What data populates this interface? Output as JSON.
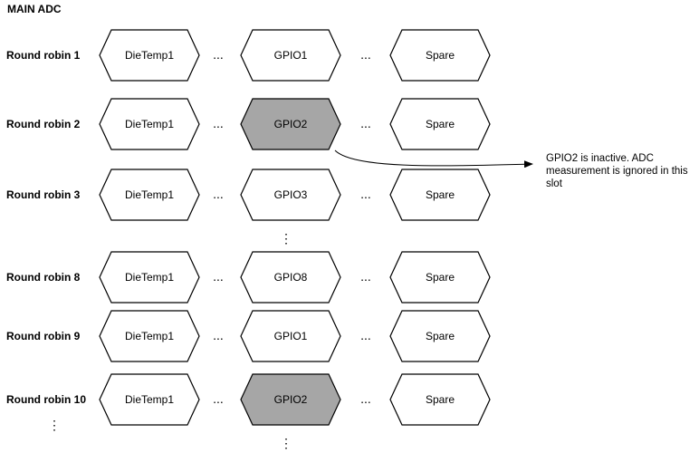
{
  "title": "MAIN ADC",
  "colors": {
    "active_fill": "#ffffff",
    "inactive_fill": "#a6a6a6",
    "stroke": "#000000"
  },
  "rows": [
    {
      "label": "Round robin 1",
      "cells": [
        {
          "text": "DieTemp1"
        },
        {
          "text": "GPIO1",
          "inactive": false
        },
        {
          "text": "Spare"
        }
      ]
    },
    {
      "label": "Round robin 2",
      "cells": [
        {
          "text": "DieTemp1"
        },
        {
          "text": "GPIO2",
          "inactive": true
        },
        {
          "text": "Spare"
        }
      ]
    },
    {
      "label": "Round robin 3",
      "cells": [
        {
          "text": "DieTemp1"
        },
        {
          "text": "GPIO3",
          "inactive": false
        },
        {
          "text": "Spare"
        }
      ]
    },
    {
      "label": "Round robin 8",
      "cells": [
        {
          "text": "DieTemp1"
        },
        {
          "text": "GPIO8",
          "inactive": false
        },
        {
          "text": "Spare"
        }
      ]
    },
    {
      "label": "Round robin 9",
      "cells": [
        {
          "text": "DieTemp1"
        },
        {
          "text": "GPIO1",
          "inactive": false
        },
        {
          "text": "Spare"
        }
      ]
    },
    {
      "label": "Round robin 10",
      "cells": [
        {
          "text": "DieTemp1"
        },
        {
          "text": "GPIO2",
          "inactive": true
        },
        {
          "text": "Spare"
        }
      ]
    }
  ],
  "ellipsis": "...",
  "vertical_ellipsis": "⋮",
  "note_lines": [
    "GPIO2 is inactive.  ADC",
    "measurement is ignored in this",
    "slot"
  ]
}
